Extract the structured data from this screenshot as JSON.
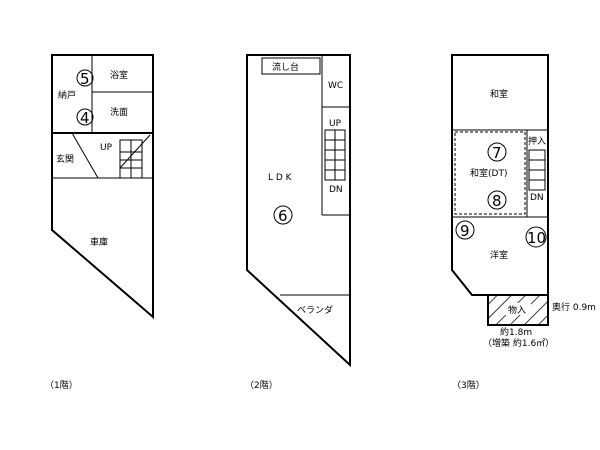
{
  "floors": [
    {
      "label": "（1階）",
      "rooms": {
        "bath": "浴室",
        "storage": "納戸",
        "washroom": "洗面",
        "entrance": "玄関",
        "garage": "車庫",
        "up": "UP"
      },
      "photo_points": [
        "5",
        "4"
      ]
    },
    {
      "label": "（2階）",
      "rooms": {
        "sink": "流し台",
        "wc": "WC",
        "ldk": "L D K",
        "balcony": "ベランダ",
        "up": "UP",
        "dn": "DN"
      },
      "photo_points": [
        "6"
      ]
    },
    {
      "label": "（3階）",
      "rooms": {
        "washitsu": "和室",
        "washitsu2": "和室(DT)",
        "closet": "押入",
        "youshitsu": "洋室",
        "storage": "物入",
        "dn": "DN"
      },
      "photo_points": [
        "7",
        "8",
        "9",
        "10"
      ],
      "notes": {
        "depth": "奥行 0.9m",
        "width": "約1.8m",
        "extension": "（増築 約1.6㎡）"
      }
    }
  ]
}
